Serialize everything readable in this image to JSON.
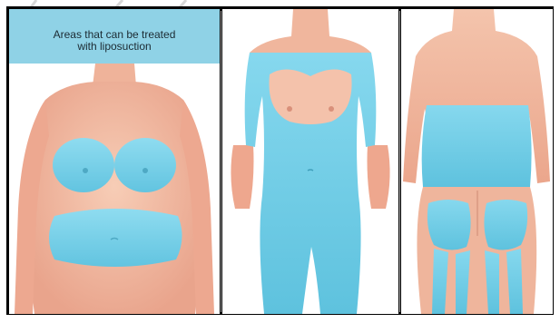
{
  "caption": {
    "line1": "Areas that can be treated",
    "line2": "with liposuction"
  },
  "colors": {
    "skin": "#f2b9a0",
    "skin_shadow": "#e79a82",
    "treated": "#7fd3ea",
    "treated_edge": "#5cc0de",
    "banner": "#8fd2e6",
    "frame": "#000000"
  },
  "panels": [
    {
      "view": "front-upper-body"
    },
    {
      "view": "front-full-body"
    },
    {
      "view": "back-full-body"
    }
  ]
}
